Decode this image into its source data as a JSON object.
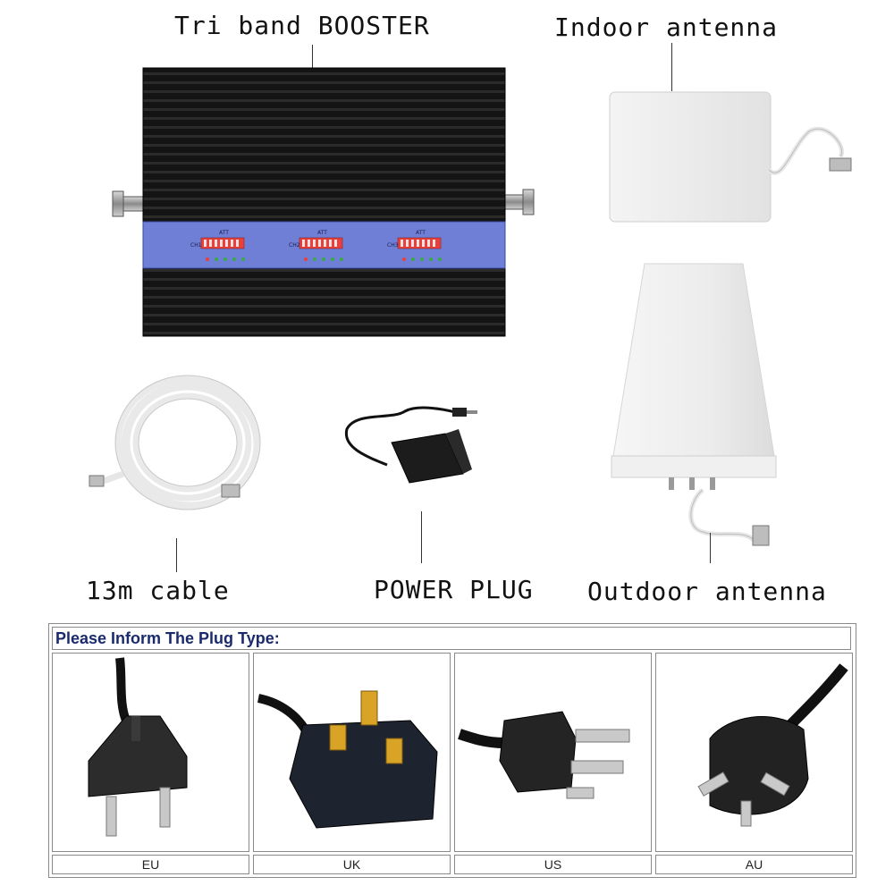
{
  "labels": {
    "booster": "Tri band BOOSTER",
    "indoor_antenna": "Indoor antenna",
    "outdoor_antenna": "Outdoor antenna",
    "cable": "13m cable",
    "power_plug": "POWER PLUG"
  },
  "booster_panel": {
    "att_label": "ATT",
    "channels": [
      "CH1",
      "CH2",
      "CH3"
    ]
  },
  "plug_table": {
    "header": "Please Inform The Plug Type:",
    "plugs": [
      {
        "name": "EU",
        "icon": "eu-plug-icon"
      },
      {
        "name": "UK",
        "icon": "uk-plug-icon"
      },
      {
        "name": "US",
        "icon": "us-plug-icon"
      },
      {
        "name": "AU",
        "icon": "au-plug-icon"
      }
    ]
  },
  "colors": {
    "booster_body": "#141414",
    "booster_panel": "#6f7fd6",
    "header_text": "#1a2a6c",
    "switch_red": "#e8413b"
  }
}
